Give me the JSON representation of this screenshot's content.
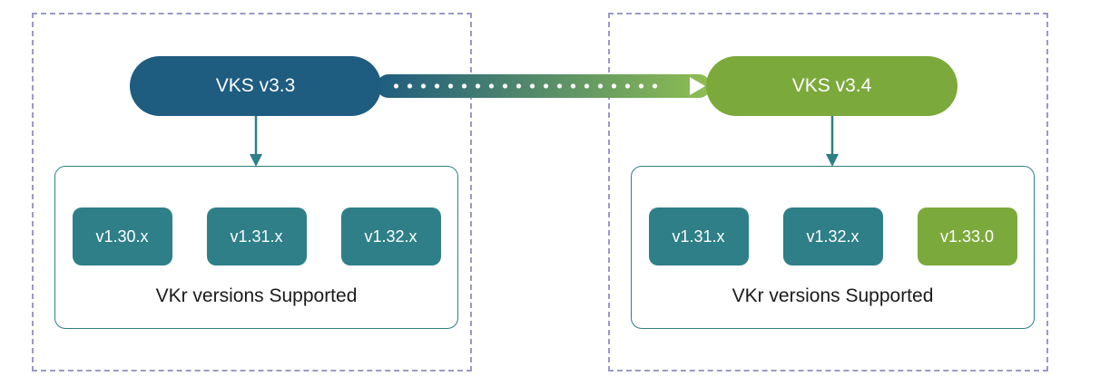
{
  "diagram": {
    "panels": [
      {
        "cluster_label": "VKS v3.3",
        "cluster_color": "#1e5c80",
        "caption": "VKr versions Supported",
        "versions": [
          {
            "label": "v1.30.x",
            "color": "#2e7f88"
          },
          {
            "label": "v1.31.x",
            "color": "#2e7f88"
          },
          {
            "label": "v1.32.x",
            "color": "#2e7f88"
          }
        ]
      },
      {
        "cluster_label": "VKS v3.4",
        "cluster_color": "#7ca93c",
        "caption": "VKr versions Supported",
        "versions": [
          {
            "label": "v1.31.x",
            "color": "#2e7f88"
          },
          {
            "label": "v1.32.x",
            "color": "#2e7f88"
          },
          {
            "label": "v1.33.0",
            "color": "#7ca93c"
          }
        ]
      }
    ],
    "colors": {
      "boundary_border": "#9a9ac8",
      "vkr_container_border": "#2e7f88",
      "down_arrow": "#2e7f88",
      "transition_gradient_start": "#1e5c80",
      "transition_gradient_end": "#8fbe52",
      "transition_dots": "#ffffff"
    }
  }
}
